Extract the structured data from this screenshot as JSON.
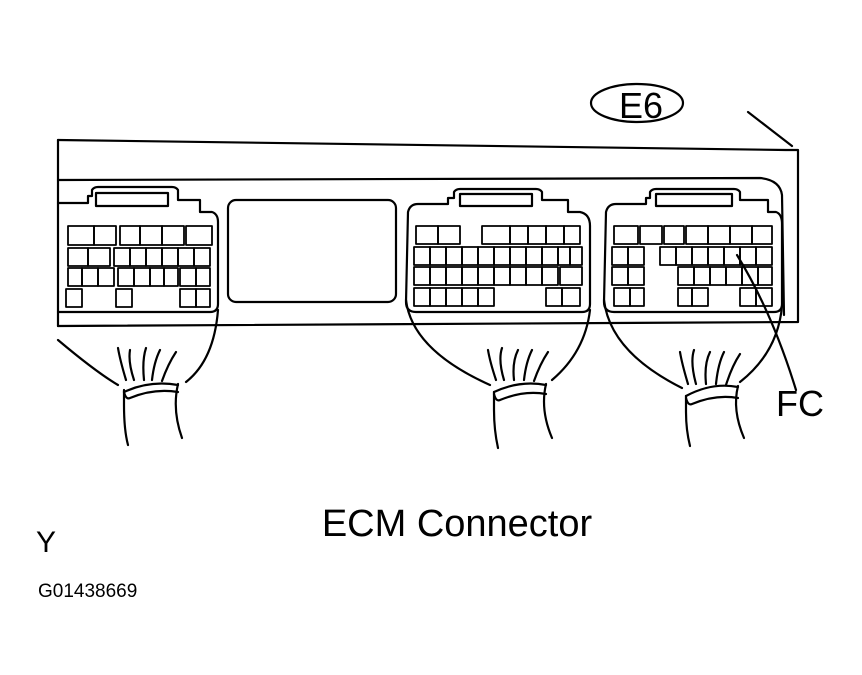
{
  "diagram": {
    "connector_code": "E6",
    "terminal_label": "FC",
    "caption": "ECM Connector",
    "corner_letter": "Y",
    "figure_id": "G01438669"
  },
  "colors": {
    "ink": "#000000",
    "paper": "#ffffff"
  }
}
